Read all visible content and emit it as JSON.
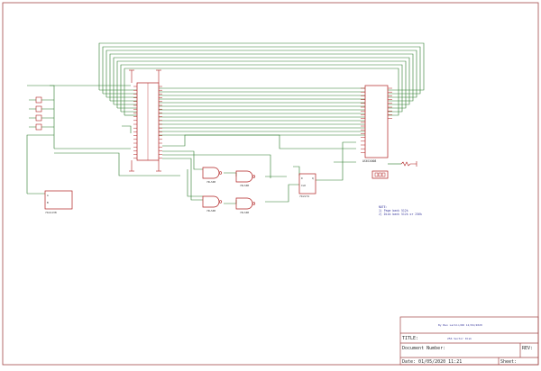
{
  "colors": {
    "frame": "#a24848",
    "wire": "#2a7a2a",
    "part": "#b02020",
    "text": "#303030",
    "note": "#4040a0"
  },
  "title_block": {
    "author": "By Ben Larkin/RR 12/04/2020",
    "project": "256 Sector Disk",
    "title": "TITLE:",
    "document_label": "Document Number:",
    "rev_label": "REV:",
    "date": "Date: 01/05/2020 11:21",
    "sheet": "Sheet:"
  },
  "notes": [
    "NOTE:",
    "1) Page bank 512k",
    "2) Disk bank 512k or 256k"
  ],
  "parts": {
    "main_connector_label": "",
    "memory_chip_label": "AS6C4008",
    "decoder_label": "74LS138",
    "flipflop_label": "74LS74",
    "gate_label": "74LS00",
    "gate_labels": [
      "74LS00",
      "74LS00",
      "74LS00",
      "74LS00"
    ]
  }
}
